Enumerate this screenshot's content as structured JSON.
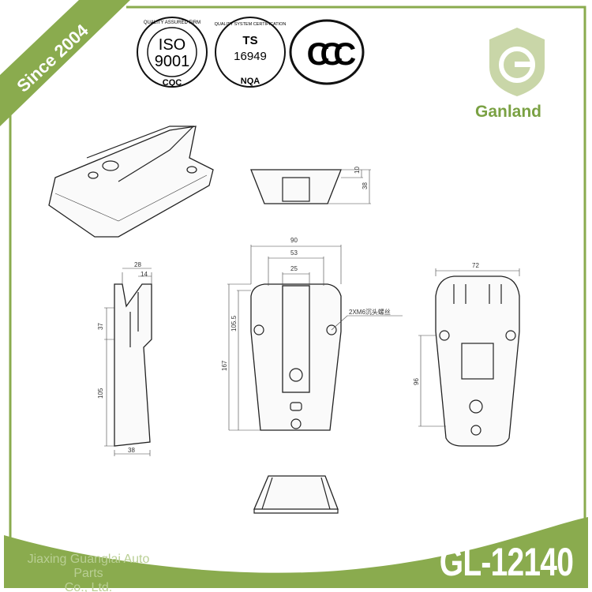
{
  "banner": {
    "since": "Since 2004"
  },
  "certifications": [
    {
      "name": "iso-9001",
      "ring": "QUALITY ASSURED FIRM",
      "line1": "ISO",
      "line2": "9001",
      "issuer": "CQC"
    },
    {
      "name": "ts-16949",
      "ring": "QUALITY SYSTEM CERTIFICATION",
      "line1": "TS",
      "line2": "16949",
      "issuer": "NQA"
    },
    {
      "name": "ccc",
      "mark": "CCC"
    }
  ],
  "brand": {
    "name": "Ganland"
  },
  "model": "GL-12140",
  "company": {
    "line1": "Jiaxing Guanglai Auto Parts",
    "line2": "Co., Ltd."
  },
  "colors": {
    "accent": "#8aab4e",
    "drawing": "#222222"
  },
  "dimensions": {
    "top_view": [
      "10",
      "38"
    ],
    "front_view": [
      "90",
      "53",
      "25",
      "105.5",
      "167"
    ],
    "front_note": "2XM6沉头螺丝",
    "side_view": [
      "28",
      "14",
      "37",
      "105",
      "38"
    ],
    "back_view": [
      "72",
      "96"
    ]
  }
}
